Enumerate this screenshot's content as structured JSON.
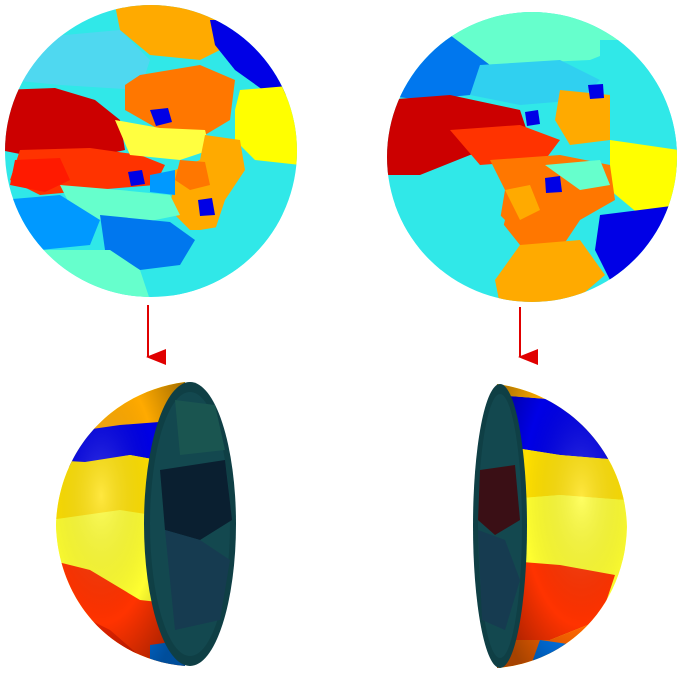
{
  "figure": {
    "panels": [
      {
        "id": "top-left",
        "kind": "sphere-segmentation-map"
      },
      {
        "id": "top-right",
        "kind": "sphere-segmentation-map"
      },
      {
        "id": "bottom-left",
        "kind": "hemisphere-cutaway"
      },
      {
        "id": "bottom-right",
        "kind": "hemisphere-cutaway"
      }
    ],
    "arrows": [
      {
        "from": "top-left",
        "to": "bottom-left"
      },
      {
        "from": "top-right",
        "to": "bottom-right"
      }
    ],
    "colors": {
      "arrow": "#e00000",
      "background": "#ffffff",
      "palette": [
        "#30e8e8",
        "#66ffcc",
        "#0099ff",
        "#0055ee",
        "#0000e6",
        "#ffff00",
        "#ffaa00",
        "#ff6600",
        "#ff3300",
        "#cc0000",
        "#0f3f45"
      ]
    }
  }
}
